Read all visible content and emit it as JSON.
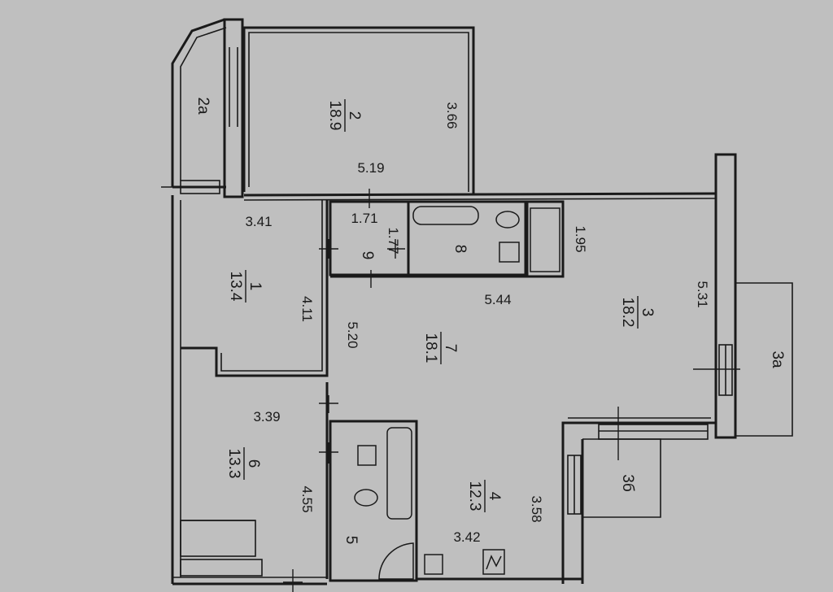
{
  "rooms": [
    {
      "id": "1",
      "area": "13.4"
    },
    {
      "id": "2",
      "area": "18.9"
    },
    {
      "id": "2a"
    },
    {
      "id": "3",
      "area": "18.2"
    },
    {
      "id": "3a"
    },
    {
      "id": "3б"
    },
    {
      "id": "4",
      "area": "12.3"
    },
    {
      "id": "5"
    },
    {
      "id": "6",
      "area": "13.3"
    },
    {
      "id": "7",
      "area": "18.1"
    },
    {
      "id": "8"
    },
    {
      "id": "9"
    }
  ],
  "dimensions": [
    "3.66",
    "5.19",
    "3.41",
    "4.11",
    "1.71",
    "1.77",
    "1.95",
    "5.31",
    "5.44",
    "5.20",
    "3.39",
    "4.55",
    "3.58",
    "3.42"
  ]
}
